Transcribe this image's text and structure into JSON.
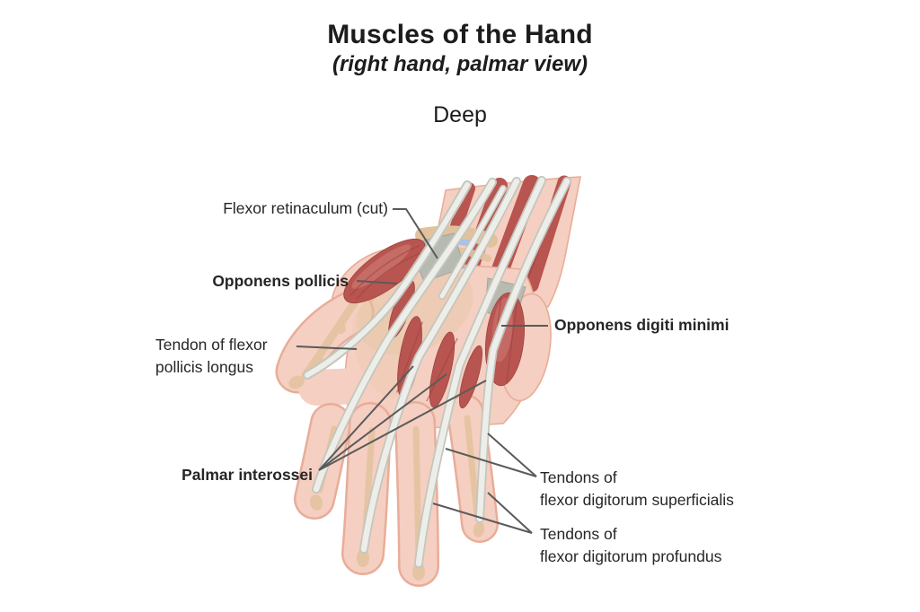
{
  "header": {
    "title": "Muscles of the Hand",
    "subtitle": "(right hand, palmar view)",
    "depth_label": "Deep"
  },
  "labels": {
    "flexor_retinaculum": "Flexor retinaculum (cut)",
    "opponens_pollicis": "Opponens pollicis",
    "tendon_flexor_pollicis_longus": "Tendon of flexor\npollicis longus",
    "palmar_interossei": "Palmar interossei",
    "opponens_digiti_minimi": "Opponens digiti minimi",
    "tendons_flexor_digitorum_superficialis": "Tendons of\nflexor digitorum superficialis",
    "tendons_flexor_digitorum_profundus": "Tendons of\nflexor digitorum profundus"
  },
  "colors": {
    "background": "#ffffff",
    "skin": "#f5cfc1",
    "skin_edge": "#e8ad99",
    "muscle": "#b85550",
    "muscle_dark": "#9c423e",
    "muscle_highlight": "#d4837c",
    "tendon": "#edeee9",
    "tendon_edge": "#c3c6bd",
    "bone": "#e2c29c",
    "retinaculum_gray": "#b7bab0",
    "ligament_blue": "#a9c2e6",
    "leader_line": "#5a5a5a",
    "text": "#222222"
  }
}
